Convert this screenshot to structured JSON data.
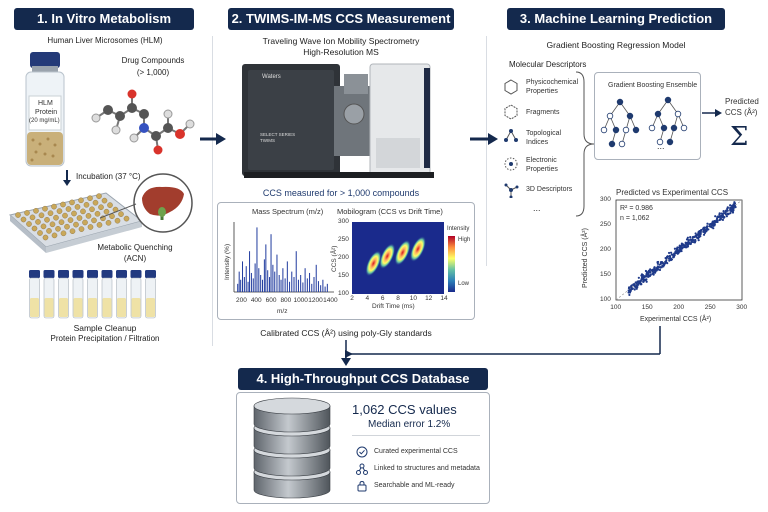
{
  "section1": {
    "title": "1. In Vitro Metabolism",
    "hlm_label": "Human Liver Microsomes (HLM)",
    "vial_label": [
      "HLM",
      "Protein",
      "(20 mg/mL)"
    ],
    "drug_title": "Drug Compounds",
    "drug_count": "(> 1,000)",
    "incubation": "Incubation (37 °C)",
    "quench_title": "Metabolic Quenching",
    "quench_sub": "(ACN)",
    "cleanup_title": "Sample Cleanup",
    "cleanup_sub": "Protein Precipitation / Filtration"
  },
  "section2": {
    "title": "2. TWIMS-IM-MS CCS Measurement",
    "sub1": "Traveling Wave Ion Mobility Spectrometry",
    "sub2": "High-Resolution MS",
    "instrument_brand": "Waters",
    "instrument_model": [
      "SELECT SERIES",
      "TWIMS"
    ],
    "measured": "CCS measured for > 1,000 compounds",
    "calibrated": "Calibrated CCS (Å²) using poly-Gly standards"
  },
  "section3": {
    "title": "3. Machine Learning Prediction",
    "subtitle": "Gradient Boosting Regression Model",
    "desc_title": "Molecular Descriptors",
    "descriptors": [
      [
        "Physicochemical",
        "Properties"
      ],
      [
        "Fragments"
      ],
      [
        "Topological",
        "Indices"
      ],
      [
        "Electronic",
        "Properties"
      ],
      [
        "3D Descriptors"
      ]
    ],
    "ellipsis": "...",
    "ensemble_title": "Gradient Boosting Ensemble",
    "ensemble_dots": "...",
    "predicted_label": [
      "Predicted",
      "CCS (Å²)"
    ],
    "sigma": "Σ"
  },
  "section4": {
    "title": "4. High-Throughput CCS Database",
    "count": "1,062 CCS values",
    "median": "Median error 1.2%",
    "features": [
      "Curated experimental CCS",
      "Linked to structures and metadata",
      "Searchable and ML-ready"
    ]
  },
  "colors": {
    "navy": "#14294d",
    "accent": "#1f3a6e"
  },
  "chart_data": [
    {
      "type": "bar",
      "title": "Mass Spectrum (m/z)",
      "xlabel": "m/z",
      "ylabel": "Intensity (%)",
      "xticks": [
        "200",
        "400",
        "600",
        "800",
        "1000",
        "1200",
        "1400"
      ],
      "xlim": [
        100,
        1450
      ],
      "ylim": [
        0,
        100
      ],
      "x": [
        150,
        170,
        190,
        215,
        240,
        265,
        290,
        310,
        335,
        360,
        385,
        410,
        435,
        460,
        485,
        510,
        530,
        555,
        580,
        600,
        625,
        650,
        680,
        710,
        735,
        760,
        790,
        820,
        850,
        880,
        910,
        940,
        970,
        1000,
        1030,
        1060,
        1090,
        1120,
        1150,
        1180,
        1210,
        1240,
        1270,
        1300,
        1330,
        1360
      ],
      "values": [
        12,
        30,
        18,
        45,
        22,
        38,
        15,
        60,
        28,
        20,
        42,
        95,
        35,
        25,
        18,
        48,
        70,
        32,
        22,
        85,
        40,
        30,
        55,
        25,
        18,
        35,
        20,
        45,
        15,
        30,
        22,
        60,
        18,
        25,
        14,
        35,
        20,
        28,
        12,
        22,
        40,
        16,
        10,
        18,
        8,
        12
      ]
    },
    {
      "type": "heatmap",
      "title": "Mobilogram (CCS vs Drift Time)",
      "xlabel": "Drift Time (ms)",
      "ylabel": "CCS (Å²)",
      "xticks": [
        "2",
        "4",
        "6",
        "8",
        "10",
        "12",
        "14"
      ],
      "yticks": [
        "100",
        "150",
        "200",
        "250",
        "300"
      ],
      "xlim": [
        2,
        14
      ],
      "ylim": [
        100,
        300
      ],
      "colorbar_title": "Intensity",
      "colorbar_labels": [
        "High",
        "Low"
      ]
    },
    {
      "type": "scatter",
      "title": "Predicted vs Experimental CCS",
      "xlabel": "Experimental CCS (Å²)",
      "ylabel": "Predicted CCS (Å²)",
      "xticks": [
        "100",
        "150",
        "200",
        "250",
        "300"
      ],
      "yticks": [
        "100",
        "150",
        "200",
        "250",
        "300"
      ],
      "xlim": [
        100,
        300
      ],
      "ylim": [
        100,
        300
      ],
      "r2": "R² = 0.986",
      "n": "n = 1,062"
    }
  ]
}
